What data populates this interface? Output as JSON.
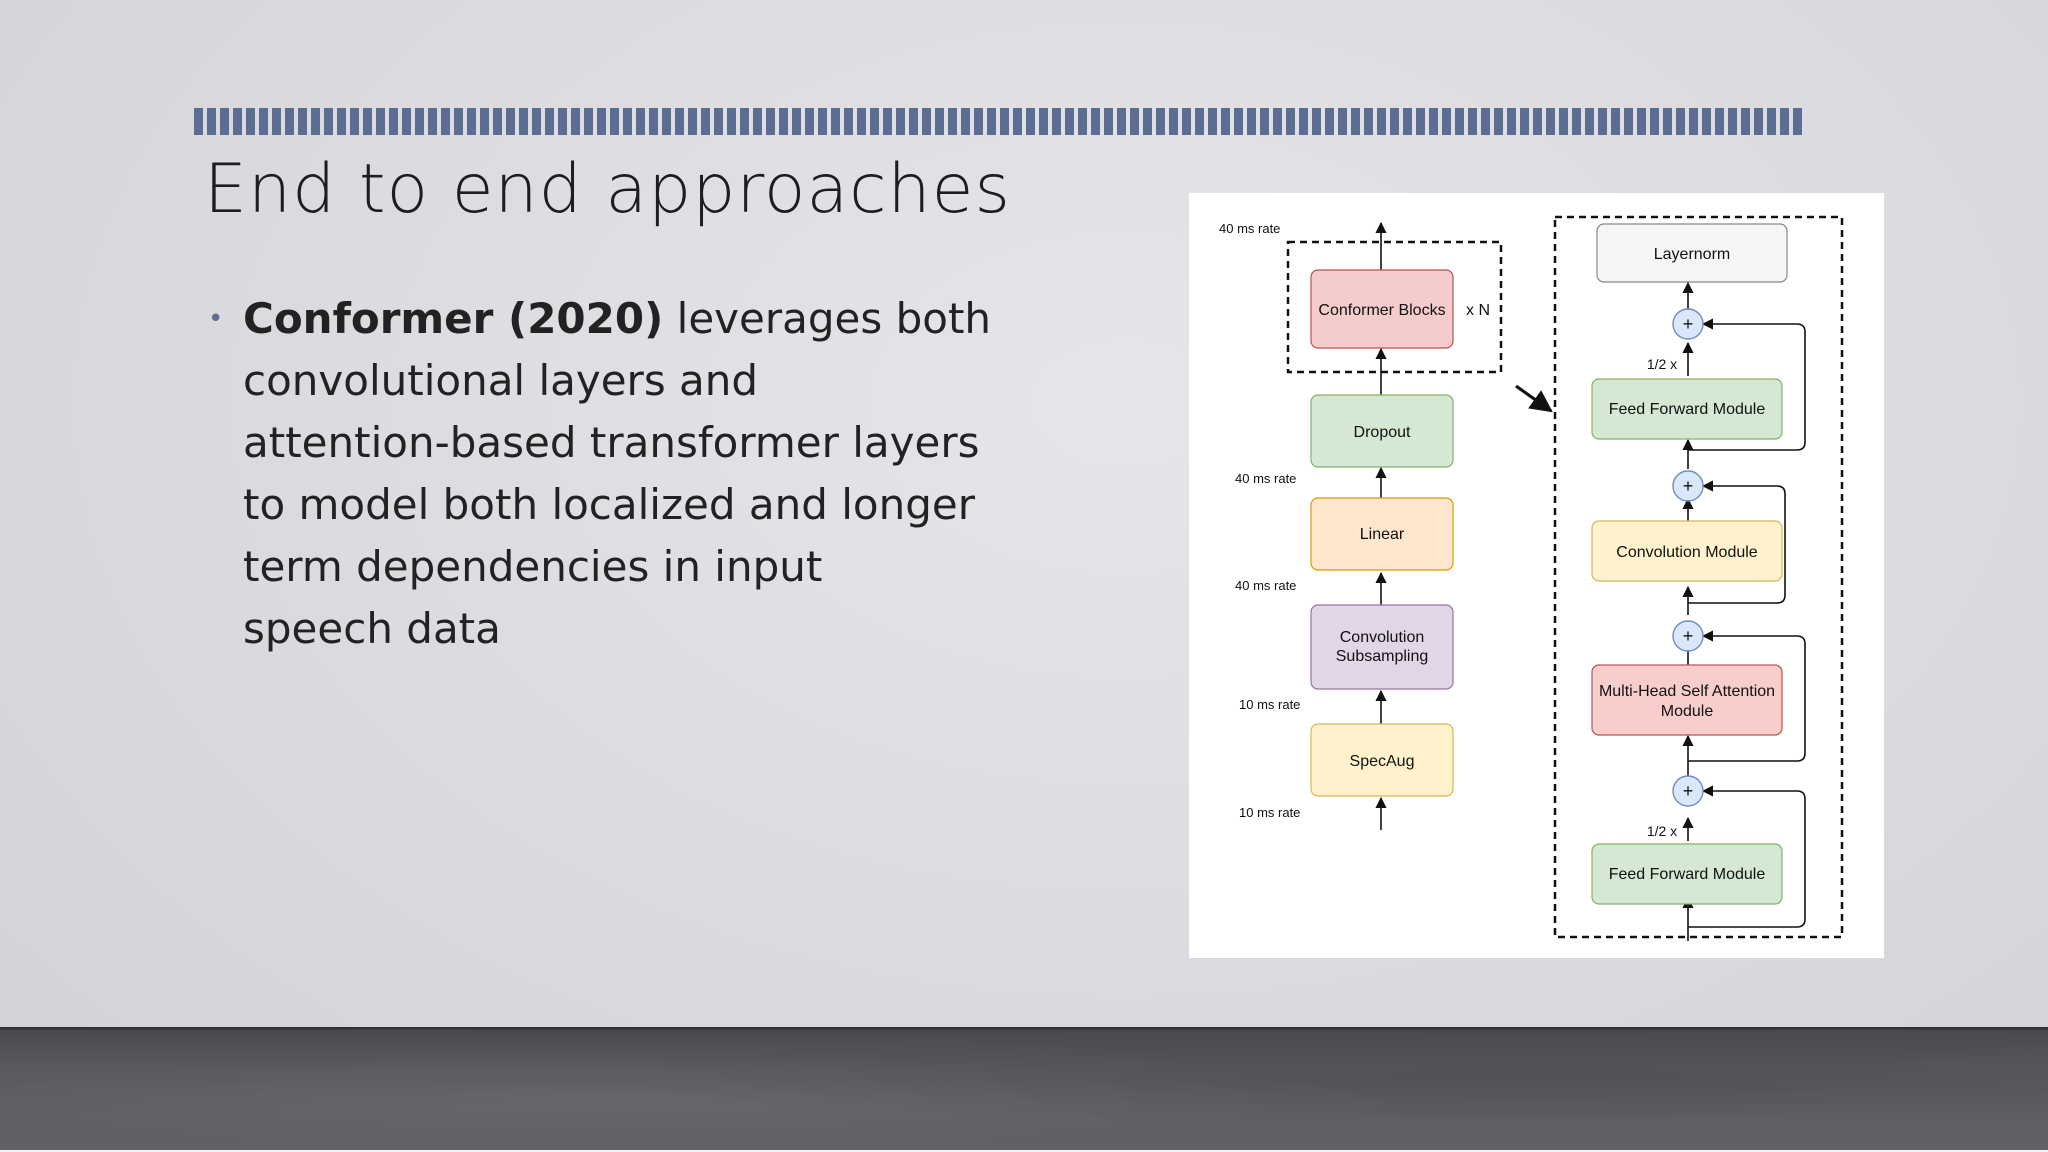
{
  "slide": {
    "title": "End to end approaches",
    "bullet": {
      "bold": "Conformer (2020)",
      "line1": " leverages both",
      "line2": "convolutional layers and",
      "line3": "attention-based transformer layers",
      "line4": "to model both localized and longer",
      "line5": "term dependencies in input",
      "line6": "speech data"
    }
  },
  "figure": {
    "left_stack": {
      "conformer_blocks": "Conformer Blocks",
      "repeat": "x N",
      "dropout": "Dropout",
      "linear": "Linear",
      "conv_sub_1": "Convolution",
      "conv_sub_2": "Subsampling",
      "specaug": "SpecAug",
      "rate_top": "40 ms rate",
      "rate_linear": "40 ms rate",
      "rate_conv": "40 ms rate",
      "rate_spec": "10 ms rate",
      "rate_input": "10 ms rate"
    },
    "block_detail": {
      "layernorm": "Layernorm",
      "ffm_top": "Feed Forward Module",
      "conv_module": "Convolution Module",
      "mhsa_1": "Multi-Head Self Attention",
      "mhsa_2": "Module",
      "ffm_bottom": "Feed Forward Module",
      "half_top": "1/2 x",
      "half_bottom": "1/2 x",
      "plus": "+"
    }
  }
}
